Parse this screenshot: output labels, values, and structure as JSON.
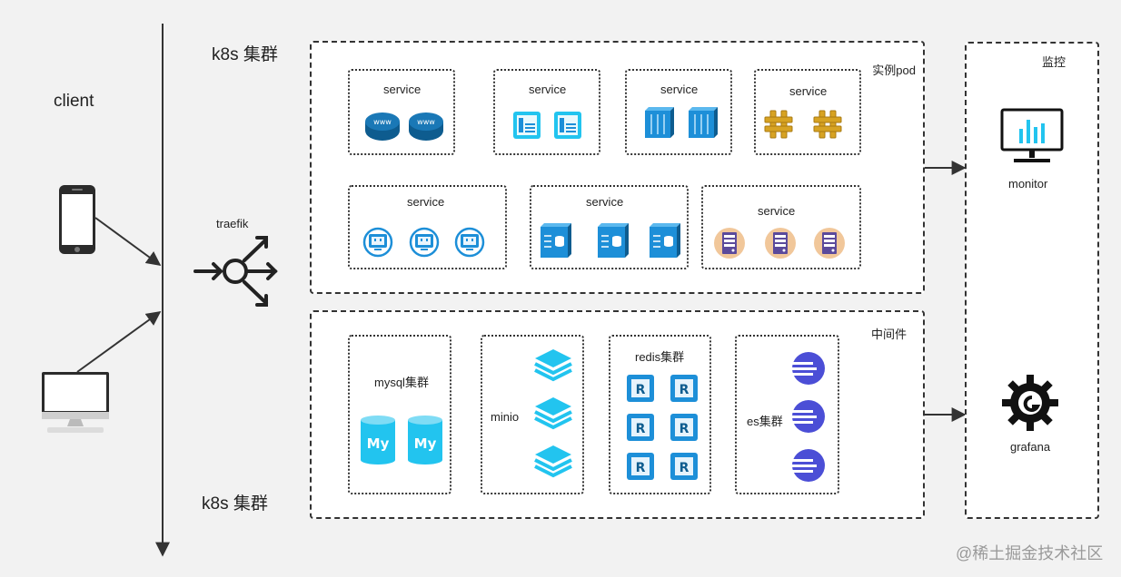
{
  "client": {
    "label": "client"
  },
  "cluster": {
    "label_top": "k8s 集群",
    "label_bottom": "k8s 集群"
  },
  "ingress": {
    "label": "traefik"
  },
  "pods": {
    "label": "实例pod",
    "services": [
      {
        "label": "service",
        "icon": "www-disk-icon"
      },
      {
        "label": "service",
        "icon": "dashboard-panel-icon"
      },
      {
        "label": "service",
        "icon": "server-rack-icon"
      },
      {
        "label": "service",
        "icon": "hash-app-icon"
      },
      {
        "label": "service",
        "icon": "circle-display-icon"
      },
      {
        "label": "service",
        "icon": "storage-cube-icon"
      },
      {
        "label": "service",
        "icon": "server-badge-icon"
      }
    ]
  },
  "middleware": {
    "label": "中间件",
    "mysql": {
      "label": "mysql集群"
    },
    "minio": {
      "label": "minio"
    },
    "redis": {
      "label": "redis集群"
    },
    "es": {
      "label": "es集群"
    }
  },
  "monitoring": {
    "label": "监控",
    "monitor": {
      "label": "monitor"
    },
    "grafana": {
      "label": "grafana"
    }
  },
  "watermark": "@稀土掘金技术社区",
  "colors": {
    "accent_blue": "#1d8fd8",
    "dark_blue": "#0e5c8f",
    "cyan": "#22c4ef",
    "gold": "#d7a323",
    "indigo": "#4b4ed6",
    "peach": "#f1c79a"
  }
}
